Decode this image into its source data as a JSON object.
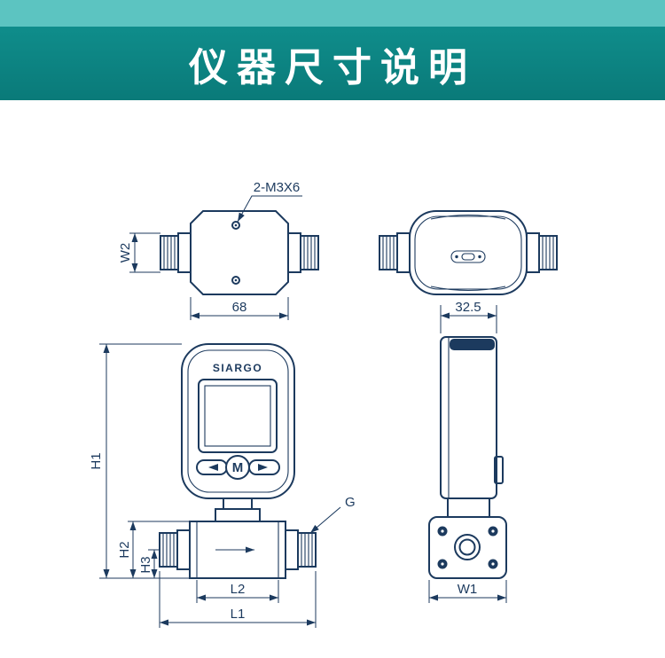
{
  "banner": {
    "title": "仪器尺寸说明",
    "background": "#0c8282",
    "top_strip_color": "#5cc4c1"
  },
  "device": {
    "brand": "SIARGO",
    "m_button_label": "M"
  },
  "dimensions": {
    "screw_spec": "2-M3X6",
    "w2": "W2",
    "top_width": "68",
    "side_width": "32.5",
    "h1": "H1",
    "h2": "H2",
    "h3": "H3",
    "thread_spec": "G",
    "l2": "L2",
    "l1": "L1",
    "w1": "W1"
  },
  "style": {
    "line_color": "#1c3a5e"
  }
}
